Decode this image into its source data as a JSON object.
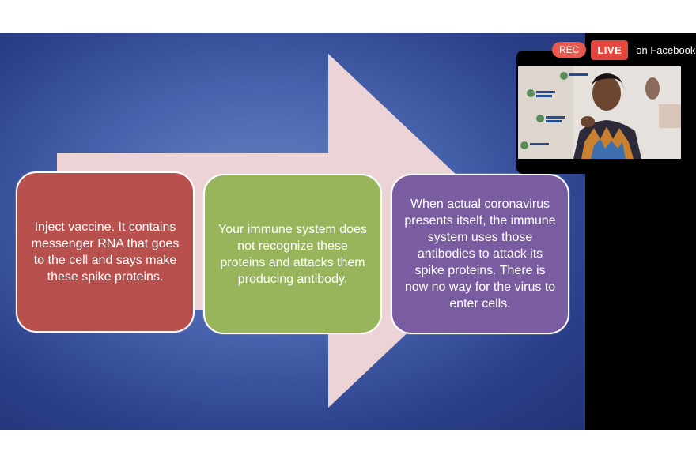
{
  "slide": {
    "steps": [
      {
        "text": "Inject vaccine. It contains messenger RNA that goes to the cell and says make these spike proteins.",
        "color": "#b8504e"
      },
      {
        "text": "Your immune system does not recognize these proteins and attacks them producing antibody.",
        "color": "#98b55b"
      },
      {
        "text": "When actual coronavirus presents itself, the immune system uses those antibodies to attack its spike proteins. There is now no way for the virus to enter cells.",
        "color": "#7a5da0"
      }
    ],
    "arrow_color": "#ecd4d6"
  },
  "stream": {
    "rec_label": "REC",
    "live_label": "LIVE",
    "destination_text": "on Facebook"
  },
  "colors": {
    "rec": "#e85a4f",
    "live": "#e4463e",
    "frame": "#000000"
  }
}
